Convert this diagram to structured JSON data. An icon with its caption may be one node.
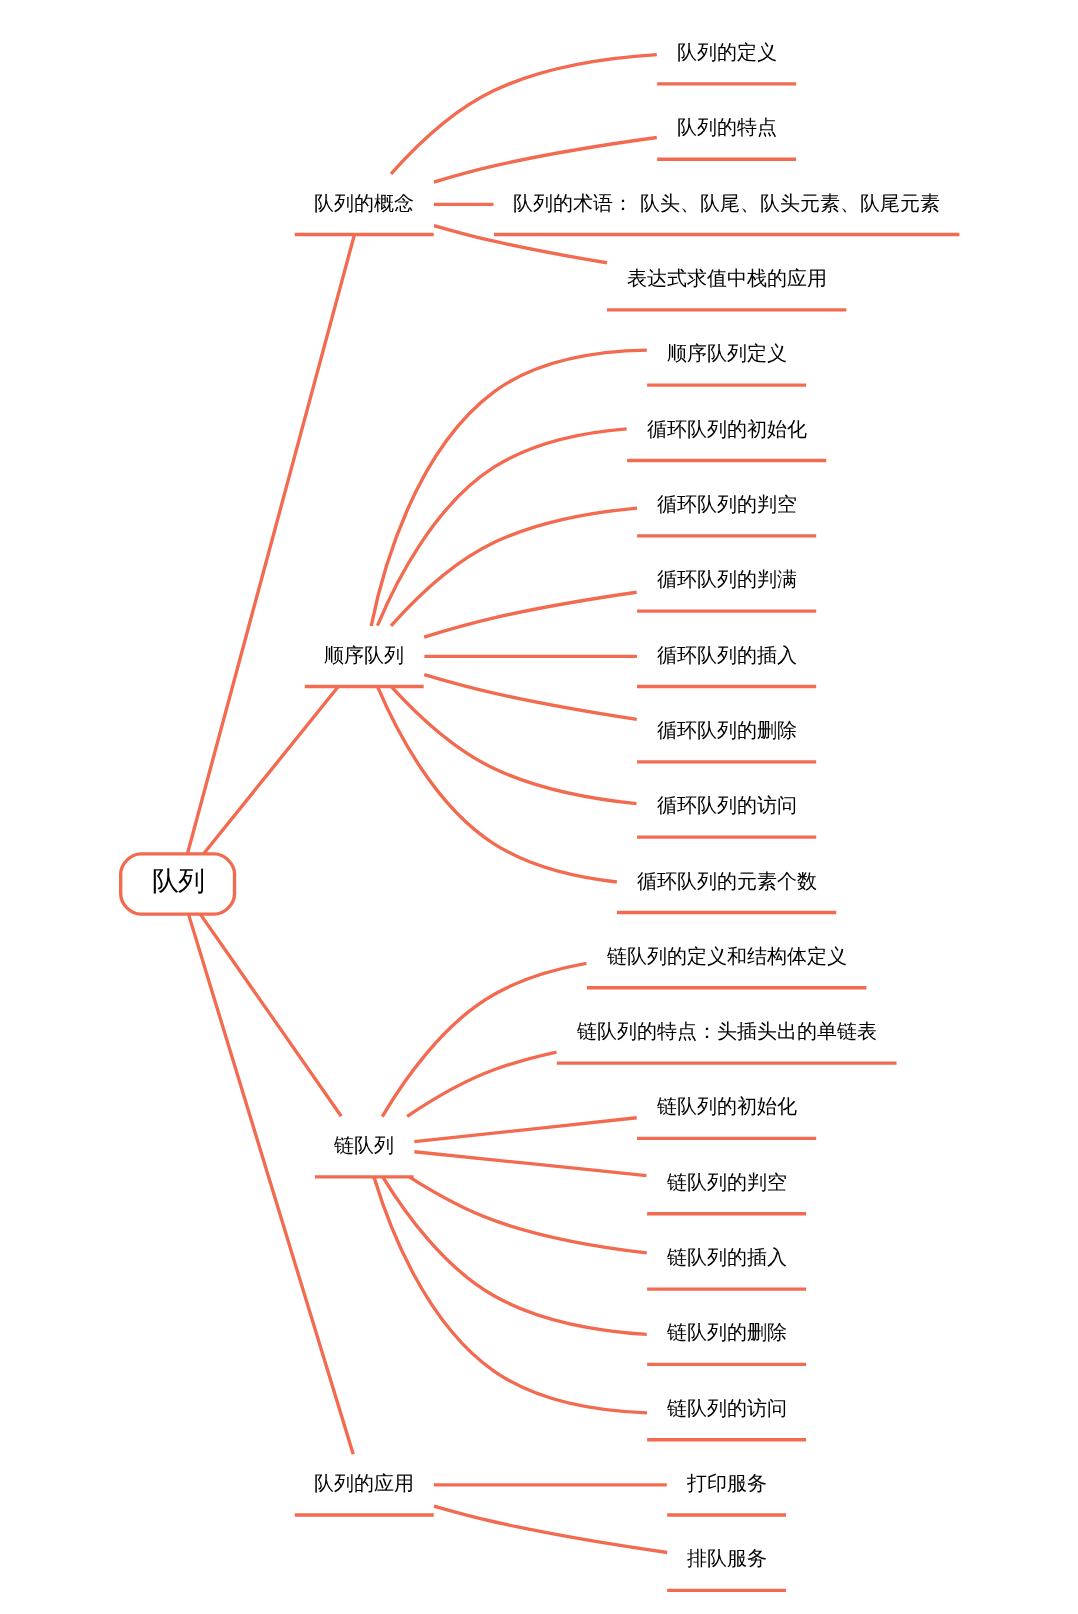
{
  "diagram": {
    "nodes": [
      {
        "text": [
          "队列"
        ]
      },
      {
        "text": [
          "队列的概念"
        ]
      },
      {
        "text": [
          "队列的定义"
        ]
      },
      {
        "text": [
          "队列的特点"
        ]
      },
      {
        "text": [
          "队列的术语： 队头、队尾、队头元素、队尾元素"
        ]
      },
      {
        "text": [
          "表达式求值中栈的应用"
        ]
      },
      {
        "text": [
          "顺序队列"
        ]
      },
      {
        "text": [
          "顺序队列定义"
        ]
      },
      {
        "text": [
          "循环队列的初始化"
        ]
      },
      {
        "text": [
          "循环队列的判空"
        ]
      },
      {
        "text": [
          "循环队列的判满"
        ]
      },
      {
        "text": [
          "循环队列的插入"
        ]
      },
      {
        "text": [
          "循环队列的删除"
        ]
      },
      {
        "text": [
          "循环队列的访问"
        ]
      },
      {
        "text": [
          "循环队列的元素个数"
        ]
      },
      {
        "text": [
          "链队列"
        ]
      },
      {
        "text": [
          "链队列的定义和结构体定义"
        ]
      },
      {
        "text": [
          "链队列的特点：头插头出的单链表"
        ]
      },
      {
        "text": [
          "链队列的初始化"
        ]
      },
      {
        "text": [
          "链队列的判空"
        ]
      },
      {
        "text": [
          "链队列的插入"
        ]
      },
      {
        "text": [
          "链队列的删除"
        ]
      },
      {
        "text": [
          "链队列的访问"
        ]
      },
      {
        "text": [
          "队列的应用"
        ]
      },
      {
        "text": [
          "打印服务"
        ]
      },
      {
        "text": [
          "排队服务"
        ]
      }
    ],
    "edges": [
      {
        "from": 0,
        "to": 1,
        "arrow": "none"
      },
      {
        "from": 1,
        "to": 2,
        "arrow": "none"
      },
      {
        "from": 1,
        "to": 3,
        "arrow": "none"
      },
      {
        "from": 1,
        "to": 4,
        "arrow": "none"
      },
      {
        "from": 1,
        "to": 5,
        "arrow": "none"
      },
      {
        "from": 0,
        "to": 6,
        "arrow": "none"
      },
      {
        "from": 6,
        "to": 7,
        "arrow": "none"
      },
      {
        "from": 6,
        "to": 8,
        "arrow": "none"
      },
      {
        "from": 6,
        "to": 9,
        "arrow": "none"
      },
      {
        "from": 6,
        "to": 10,
        "arrow": "none"
      },
      {
        "from": 6,
        "to": 11,
        "arrow": "none"
      },
      {
        "from": 6,
        "to": 12,
        "arrow": "none"
      },
      {
        "from": 6,
        "to": 13,
        "arrow": "none"
      },
      {
        "from": 6,
        "to": 14,
        "arrow": "none"
      },
      {
        "from": 0,
        "to": 15,
        "arrow": "none"
      },
      {
        "from": 15,
        "to": 16,
        "arrow": "none"
      },
      {
        "from": 15,
        "to": 17,
        "arrow": "none"
      },
      {
        "from": 15,
        "to": 18,
        "arrow": "none"
      },
      {
        "from": 15,
        "to": 19,
        "arrow": "none"
      },
      {
        "from": 15,
        "to": 20,
        "arrow": "none"
      },
      {
        "from": 15,
        "to": 21,
        "arrow": "none"
      },
      {
        "from": 15,
        "to": 22,
        "arrow": "none"
      },
      {
        "from": 0,
        "to": 23,
        "arrow": "none"
      },
      {
        "from": 23,
        "to": 24,
        "arrow": "none"
      },
      {
        "from": 23,
        "to": 25,
        "arrow": "none"
      }
    ]
  }
}
